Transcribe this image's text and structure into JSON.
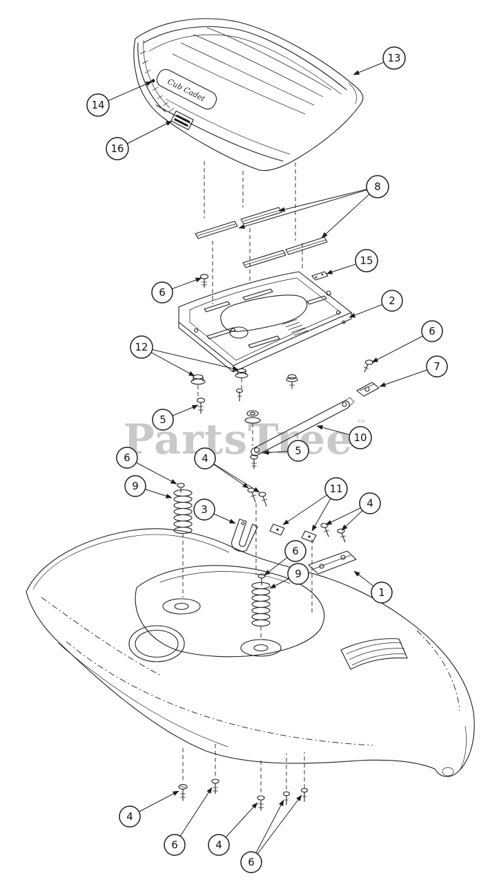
{
  "watermark": {
    "text": "PartsTree",
    "tm": "™"
  },
  "seat": {
    "brand": "Cub Cadet"
  },
  "callouts": [
    {
      "label": "13"
    },
    {
      "label": "14"
    },
    {
      "label": "16"
    },
    {
      "label": "8"
    },
    {
      "label": "15"
    },
    {
      "label": "6"
    },
    {
      "label": "2"
    },
    {
      "label": "12"
    },
    {
      "label": "6"
    },
    {
      "label": "7"
    },
    {
      "label": "5"
    },
    {
      "label": "10"
    },
    {
      "label": "5"
    },
    {
      "label": "6"
    },
    {
      "label": "4"
    },
    {
      "label": "9"
    },
    {
      "label": "11"
    },
    {
      "label": "4"
    },
    {
      "label": "3"
    },
    {
      "label": "6"
    },
    {
      "label": "9"
    },
    {
      "label": "1"
    },
    {
      "label": "4"
    },
    {
      "label": "6"
    },
    {
      "label": "4"
    },
    {
      "label": "6"
    }
  ],
  "colors": {
    "line": "#1c1c1c",
    "watermark": "#c9c9c9",
    "background": "#ffffff"
  }
}
